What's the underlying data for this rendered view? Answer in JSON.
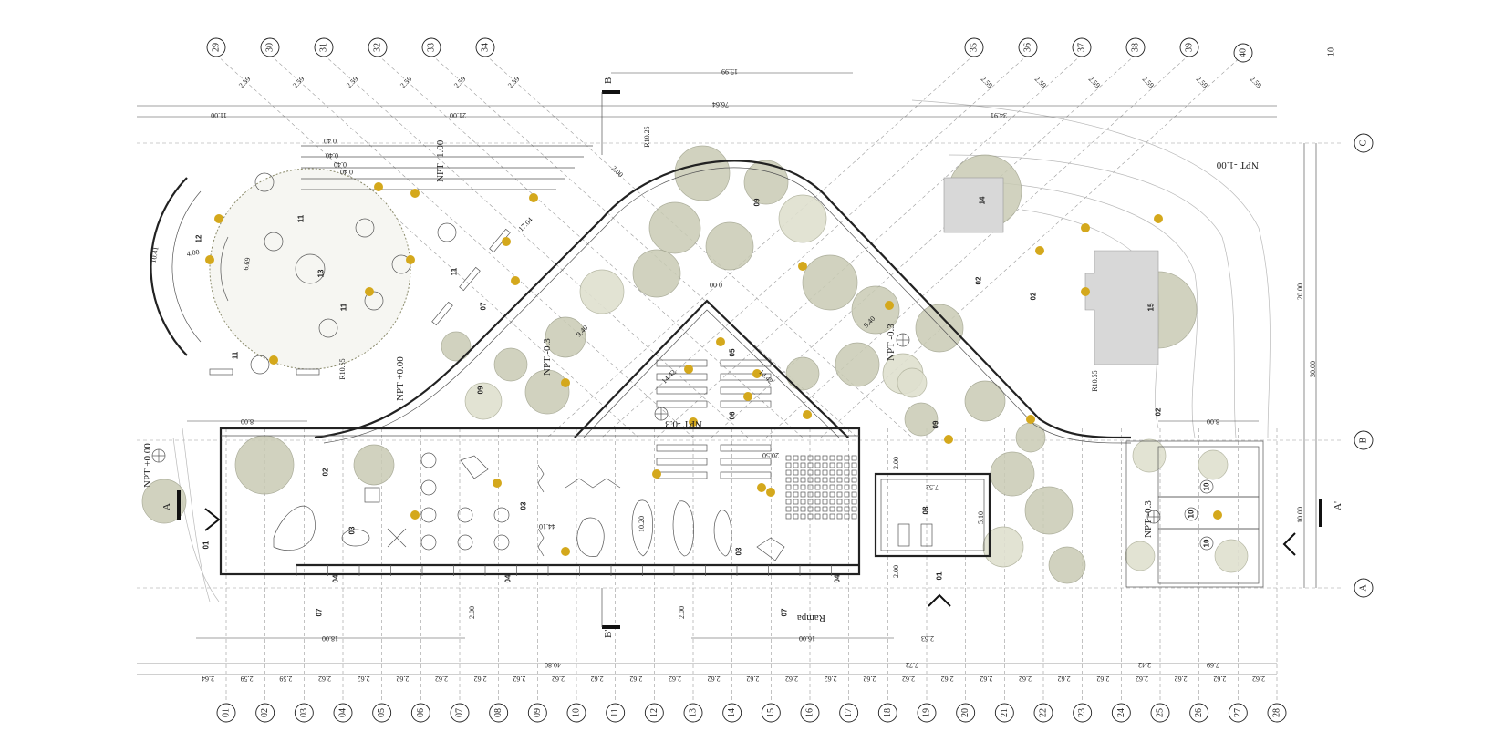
{
  "axes": {
    "top_left": [
      "29",
      "30",
      "31",
      "32",
      "33",
      "34"
    ],
    "top_right": [
      "35",
      "36",
      "37",
      "38",
      "39",
      "40"
    ],
    "bottom": [
      "01",
      "02",
      "03",
      "04",
      "05",
      "06",
      "07",
      "08",
      "09",
      "10",
      "11",
      "12",
      "13",
      "14",
      "15",
      "16",
      "17",
      "18",
      "19",
      "20",
      "21",
      "22",
      "23",
      "24",
      "25",
      "26",
      "27",
      "28"
    ],
    "right": [
      "C",
      "B",
      "A"
    ],
    "corner_mark": "10"
  },
  "dimensions": {
    "top_left_spacing": [
      "2.59",
      "2.59",
      "2.59",
      "2.59",
      "2.59",
      "2.59"
    ],
    "top_right_spacing": [
      "2.59",
      "2.59",
      "2.59",
      "2.59",
      "2.59",
      "2.59"
    ],
    "total_width": "76.64",
    "top_segment": "15.99",
    "left_segment": "11.00",
    "mid_segment": "21.00",
    "right_segment": "34.91",
    "bottom_spacing": [
      "2.64",
      "2.59",
      "2.59",
      "2.62",
      "2.62",
      "2.62",
      "2.62",
      "2.62",
      "2.62",
      "2.62",
      "2.62",
      "2.62",
      "2.62",
      "2.62",
      "2.62",
      "2.62",
      "2.62",
      "2.62",
      "2.62",
      "2.62",
      "2.62",
      "2.62",
      "2.62",
      "2.62",
      "2.62",
      "2.62",
      "2.62",
      "2.62"
    ],
    "bottom_total": "40.80",
    "bottom_mid": "7.72",
    "bottom_right_a": "2.42",
    "bottom_right_b": "7.69",
    "right_height": "30.00",
    "right_upper": "20.00",
    "right_lower": "10.00",
    "ramp_len_left": "18.00",
    "ramp_len_right": "16.00",
    "ramp_w_left": "2.00",
    "ramp_w_right": "2.00",
    "ramp_mid": "2.63",
    "hall_length": "44.10",
    "hall_height": "10.20",
    "hall_top": "20.50",
    "box_width": "7.52",
    "box_height": "5.10",
    "box_top": "2.00",
    "box_bottom": "2.00",
    "left_gap": "8.00",
    "right_gap": "8.00",
    "tri_left": "14.42",
    "tri_right": "14.42",
    "tri_height": "9.40",
    "tri_top": "0.00",
    "diag_a": "17.04",
    "diag_b": "9.40",
    "radius_top": "R10.25",
    "radius_left": "R10.55",
    "radius_right": "R10.55",
    "wall_a": "0.40",
    "wall_b": "0.40",
    "wall_c": "0.40",
    "wall_d": "0.40",
    "arc_len": "10.41",
    "arc_r": "6.69",
    "arc_w": "4.00",
    "diag_short": "2.00"
  },
  "levels": {
    "npt_top_left": "NPT -1.00",
    "npt_top_right": "NPT -1.00",
    "npt_left": "NPT +0.00",
    "npt_center": "NPT +0.00",
    "npt_tri_left": "NPT -0.3",
    "npt_tri_center": "NPT -0.3",
    "npt_tri_right": "NPT -0.3",
    "npt_right": "NPT -0.3"
  },
  "zones": {
    "z01a": "01",
    "z01b": "01",
    "z02a": "02",
    "z02b": "02",
    "z02c": "02",
    "z02d": "02",
    "z03a": "03",
    "z03b": "03",
    "z03c": "03",
    "z04a": "04",
    "z04b": "04",
    "z04c": "04",
    "z05": "05",
    "z06": "06",
    "z07a": "07",
    "z07b": "07",
    "z07c": "07",
    "z08": "08",
    "z09a": "09",
    "z09b": "09",
    "z09c": "09",
    "z10a": "10",
    "z10b": "10",
    "z10c": "10",
    "z11a": "11",
    "z11b": "11",
    "z11c": "11",
    "z11d": "11",
    "z12": "12",
    "z13": "13",
    "z14": "14",
    "z15": "15"
  },
  "sections": {
    "a_left": "A",
    "a_right": "A'",
    "b_top": "B",
    "b_bottom": "B'"
  },
  "ramp_label": "Rampa",
  "colors": {
    "vegetation": "#c9cbb4",
    "people": "#d4a81c",
    "lines": "#222222"
  }
}
